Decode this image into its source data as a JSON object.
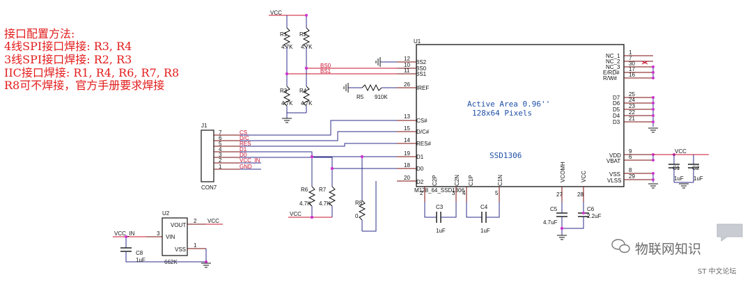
{
  "notes": {
    "title": "接口配置方法:",
    "lines": [
      "4线SPI接口焊接: R3, R4",
      "3线SPI接口焊接: R2, R3",
      "IIC接口焊接: R1, R4, R6, R7, R8",
      "R8可不焊接，官方手册要求焊接"
    ]
  },
  "colors": {
    "wire": "#2b2b8a",
    "wire_red": "#c8102e",
    "component": "#111111",
    "pin": "#7a0a0a",
    "junction": "#cc33cc",
    "note": "#e21b1b",
    "active_area": "#1f4fa8"
  },
  "u1": {
    "ref": "U1",
    "part": "M128_64_SSD1306",
    "name": "SSD1306",
    "active_line1": "Active Area 0.96''",
    "active_line2": "128x64 Pixels",
    "left_pins": [
      {
        "num": "12",
        "name": "BS2"
      },
      {
        "num": "10",
        "name": "BS0"
      },
      {
        "num": "11",
        "name": "BS1"
      },
      {
        "num": "26",
        "name": "IREF"
      },
      {
        "num": "13",
        "name": "CS#"
      },
      {
        "num": "15",
        "name": "D/C#"
      },
      {
        "num": "14",
        "name": "RES#"
      },
      {
        "num": "19",
        "name": "D1"
      },
      {
        "num": "18",
        "name": "D0"
      },
      {
        "num": "20",
        "name": "D2"
      }
    ],
    "right_pins": [
      {
        "num": "1",
        "name": "NC_1"
      },
      {
        "num": "7",
        "name": "NC_2"
      },
      {
        "num": "30",
        "name": "NC_3"
      },
      {
        "num": "17",
        "name": "E/RD#"
      },
      {
        "num": "16",
        "name": "R/W#"
      },
      {
        "num": "25",
        "name": "D7"
      },
      {
        "num": "24",
        "name": "D6"
      },
      {
        "num": "23",
        "name": "D5"
      },
      {
        "num": "22",
        "name": "D4"
      },
      {
        "num": "21",
        "name": "D3"
      },
      {
        "num": "9",
        "name": "VDD"
      },
      {
        "num": "6",
        "name": "VBAT"
      },
      {
        "num": "8",
        "name": "VSS"
      },
      {
        "num": "29",
        "name": "VLSS"
      }
    ],
    "bottom_pins": [
      {
        "num": "2",
        "name": "C2P"
      },
      {
        "num": "3",
        "name": "C2N"
      },
      {
        "num": "4",
        "name": "C1P"
      },
      {
        "num": "5",
        "name": "C1N"
      },
      {
        "num": "27",
        "name": "VCOMH"
      },
      {
        "num": "28",
        "name": "VCC"
      }
    ]
  },
  "j1": {
    "ref": "J1",
    "name": "CON7",
    "pins": [
      {
        "num": "7",
        "net": "CS"
      },
      {
        "num": "6",
        "net": "D/C"
      },
      {
        "num": "5",
        "net": "RES"
      },
      {
        "num": "4",
        "net": "D1"
      },
      {
        "num": "3",
        "net": "D0"
      },
      {
        "num": "2",
        "net": "VCC_IN"
      },
      {
        "num": "1",
        "net": "GND"
      }
    ]
  },
  "u2": {
    "ref": "U2",
    "name": "662K",
    "pins": [
      {
        "num": "3",
        "name": "VIN"
      },
      {
        "num": "2",
        "name": "VOUT"
      },
      {
        "num": "1",
        "name": "VSS"
      }
    ]
  },
  "nets": {
    "vcc": "VCC",
    "vcc_in": "VCC_IN",
    "bs0": "BS0",
    "bs1": "BS1"
  },
  "resistors": [
    {
      "ref": "R1",
      "value": "4.7K"
    },
    {
      "ref": "R2",
      "value": "4.7K"
    },
    {
      "ref": "R3",
      "value": "4.7K"
    },
    {
      "ref": "R4",
      "value": "4.7K"
    },
    {
      "ref": "R5",
      "value": "910K"
    },
    {
      "ref": "R6",
      "value": "4.7K"
    },
    {
      "ref": "R7",
      "value": "4.7K"
    },
    {
      "ref": "R8",
      "value": "0"
    }
  ],
  "capacitors": [
    {
      "ref": "C1",
      "value": "1uF"
    },
    {
      "ref": "C2",
      "value": "1uF"
    },
    {
      "ref": "C3",
      "value": "1uF"
    },
    {
      "ref": "C4",
      "value": "1uF"
    },
    {
      "ref": "C5",
      "value": "4.7uF"
    },
    {
      "ref": "C6",
      "value": "2.2uF"
    },
    {
      "ref": "C8",
      "value": "1uF"
    }
  ],
  "watermark": {
    "brand": "物联网知识",
    "sub": "ST 中文论坛"
  }
}
